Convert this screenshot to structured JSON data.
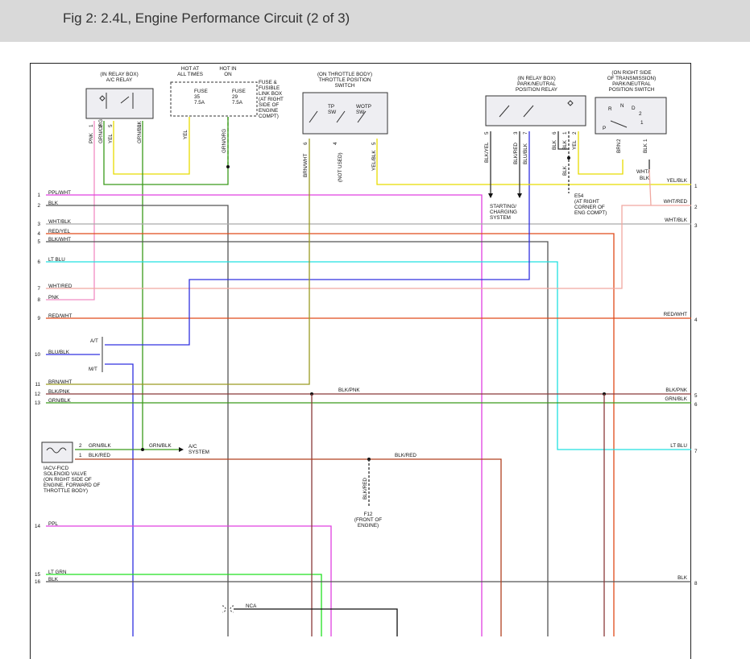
{
  "header": {
    "title": "Fig 2: 2.4L, Engine Performance Circuit (2 of 3)"
  },
  "components": {
    "ac_relay": [
      "(IN RELAY BOX)",
      "A/C RELAY"
    ],
    "fuse_box_hot1": [
      "HOT AT",
      "ALL TIMES"
    ],
    "fuse_box_hot2": [
      "HOT IN",
      "ON"
    ],
    "fuse35": [
      "FUSE",
      "35",
      "7.5A"
    ],
    "fuse29": [
      "FUSE",
      "29",
      "7.5A"
    ],
    "fuse_box_label": [
      "FUSE &",
      "FUSIBLE",
      "LINK BOX",
      "(AT RIGHT",
      "SIDE OF",
      "ENGINE",
      "COMPT)"
    ],
    "tps": [
      "(ON THROTTLE BODY)",
      "THROTTLE POSITION",
      "SWITCH"
    ],
    "tp_sw": [
      "TP",
      "SW"
    ],
    "wotp_sw": [
      "WOTP",
      "SW"
    ],
    "pn_relay": [
      "(IN RELAY BOX)",
      "PARK/NEUTRAL",
      "POSITION RELAY"
    ],
    "pn_switch": [
      "(ON RIGHT SIDE",
      "OF TRANSMISSION)",
      "PARK/NEUTRAL",
      "POSITION SWITCH"
    ],
    "pn_switch_letters": [
      "R",
      "N",
      "D",
      "2",
      "1",
      "P"
    ],
    "starting": [
      "STARTING/",
      "CHARGING",
      "SYSTEM"
    ],
    "e54": [
      "E54",
      "(AT RIGHT",
      "CORNER OF",
      "ENG COMPT)"
    ],
    "iacv": [
      "IACV-FICD",
      "SOLENOID VALVE",
      "(ON RIGHT SIDE OF",
      "ENGINE, FORWARD OF",
      "THROTTLE BODY)"
    ],
    "f12": [
      "F12",
      "(FRONT OF",
      "ENGINE)"
    ],
    "ac_system": [
      "A/C",
      "SYSTEM"
    ],
    "at": "A/T",
    "mt": "M/T",
    "nca": "NCA",
    "not_used": "(NOT USED)"
  },
  "wire_labels": {
    "ac_relay_pins": [
      "PNK",
      "1",
      "GRN/ORG",
      "2",
      "YEL",
      "5",
      "GRN/BLK",
      "3"
    ],
    "fuse_wires": [
      "YEL",
      "GRN/ORG"
    ],
    "tps_pins": [
      "BRN/WHT",
      "6",
      "4",
      "YEL/BLK",
      "5"
    ],
    "pn_relay_pins": [
      "BLK/YEL",
      "5",
      "BLK/RED",
      "3",
      "BLU/BLK",
      "7",
      "BLK",
      "6",
      "BLK",
      "1",
      "YEL",
      "2",
      "BLK"
    ],
    "pn_switch_pins": [
      "2",
      "BRN",
      "1",
      "BLK",
      "WHT/",
      "BLK"
    ],
    "iacv_pins": [
      "2",
      "GRN/BLK",
      "1",
      "BLK/RED",
      "GRN/BLK"
    ],
    "f12_wire": "BLK/RED",
    "splice_mid": "BLK/PNK",
    "blk_red_mid": "BLK/RED"
  },
  "left_connector": [
    {
      "pin": "1",
      "label": "PPL/WHT"
    },
    {
      "pin": "2",
      "label": "BLK"
    },
    {
      "pin": "3",
      "label": "WHT/BLK"
    },
    {
      "pin": "4",
      "label": "RED/YEL"
    },
    {
      "pin": "5",
      "label": "BLK/WHT"
    },
    {
      "pin": "6",
      "label": "LT BLU"
    },
    {
      "pin": "7",
      "label": "WHT/RED"
    },
    {
      "pin": "8",
      "label": "PNK"
    },
    {
      "pin": "9",
      "label": "RED/WHT"
    },
    {
      "pin": "10",
      "label": "BLU/BLK"
    },
    {
      "pin": "11",
      "label": "BRN/WHT"
    },
    {
      "pin": "12",
      "label": "BLK/PNK"
    },
    {
      "pin": "13",
      "label": "GRN/BLK"
    },
    {
      "pin": "14",
      "label": "PPL"
    },
    {
      "pin": "15",
      "label": "LT GRN"
    },
    {
      "pin": "16",
      "label": "BLK"
    }
  ],
  "right_connector": [
    {
      "pin": "1",
      "label": "YEL/BLK"
    },
    {
      "pin": "2",
      "label": "WHT/RED"
    },
    {
      "pin": "3",
      "label": "WHT/BLK"
    },
    {
      "pin": "4",
      "label": "RED/WHT"
    },
    {
      "pin": "5",
      "label": "BLK/PNK"
    },
    {
      "pin": "6",
      "label": "GRN/BLK"
    },
    {
      "pin": "7",
      "label": "LT BLU"
    },
    {
      "pin": "8",
      "label": "BLK"
    }
  ],
  "colors": {
    "yel": "#e8dc00",
    "grn": "#3a9a1a",
    "pnk": "#f08cc4",
    "ppl": "#e040e0",
    "blk": "#555555",
    "wht": "#aaaaaa",
    "red": "#e04a1a",
    "ltblu": "#20e0e0",
    "blu": "#3030e0",
    "brn": "#9a9a20",
    "blkpnk": "#8a3a3a",
    "ltgrn": "#20e020",
    "salmon": "#f0a8a0",
    "brnred": "#b04020"
  }
}
